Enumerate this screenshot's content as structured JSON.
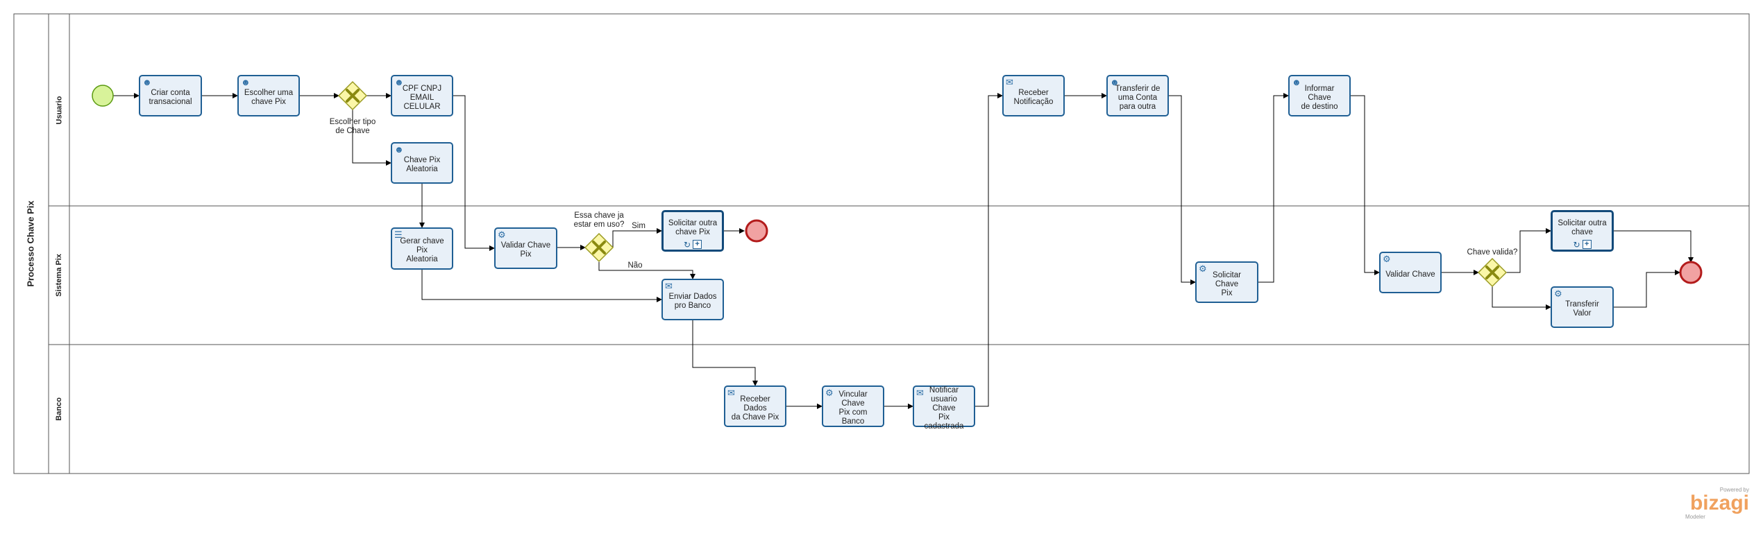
{
  "pool": {
    "title": "Processo Chave Pix"
  },
  "lanes": {
    "usuario": "Usuario",
    "sistema": "Sistema Pix",
    "banco": "Banco"
  },
  "tasks": {
    "criar_conta": "Criar conta\ntransacional",
    "escolher_chave": "Escolher uma\nchave Pix",
    "cpf_cnpj": "CPF CNPJ\nEMAIL\nCELULAR",
    "chave_aleatoria": "Chave Pix\nAleatoria",
    "gerar_chave": "Gerar chave Pix\nAleatoria",
    "validar_chave_pix": "Validar Chave\nPix",
    "solicitar_outra_1": "Solicitar outra\nchave Pix",
    "enviar_dados": "Enviar Dados\npro Banco",
    "receber_dados": "Receber Dados\nda Chave Pix",
    "vincular": "Vincular Chave\nPix com Banco",
    "notificar": "Notificar\nusuario Chave\nPix cadastrada",
    "receber_notificacao": "Receber\nNotificação",
    "transferir_conta": "Transferir de\numa Conta\npara outra",
    "solicitar_chave_pix": "Solicitar Chave\nPix",
    "informar_destino": "Informar Chave\nde destino",
    "validar_chave": "Validar Chave",
    "solicitar_outra_2": "Solicitar outra\nchave",
    "transferir_valor": "Transferir Valor"
  },
  "gateways": {
    "tipo_chave": "Escolher tipo\nde Chave",
    "em_uso": "Essa chave ja\nestar em uso?",
    "valida": "Chave valida?"
  },
  "flow_labels": {
    "sim": "Sim",
    "nao": "Não"
  },
  "icons": {
    "user_task": "user-icon",
    "service_task": "gear-icon",
    "script_task": "script-icon",
    "send_task": "envelope-filled-icon",
    "receive_task": "envelope-outline-icon"
  },
  "colors": {
    "task_fill": "#e8f0f8",
    "task_border": "#1f5f94",
    "gateway_fill": "#fbf7a8",
    "gateway_border": "#9a9a22",
    "start_fill": "#d8f39a",
    "start_border": "#5a9a10",
    "end_fill": "#f1a2a2",
    "end_border": "#b31b1b"
  },
  "brand": {
    "powered": "Powered by",
    "name": "bizagi",
    "product": "Modeler"
  }
}
